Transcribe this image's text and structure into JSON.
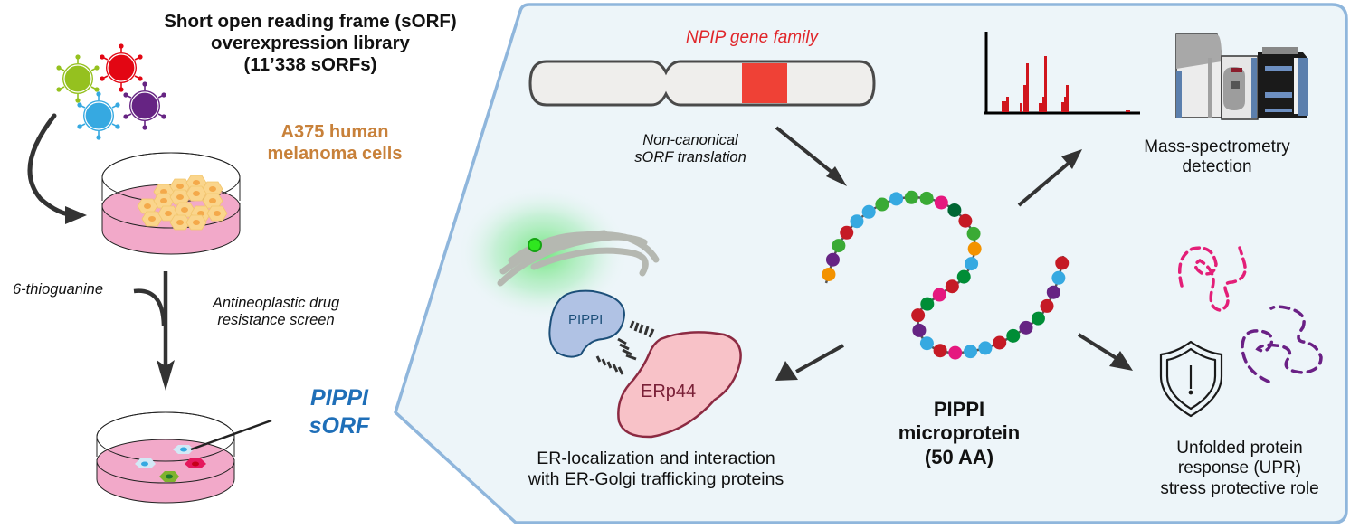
{
  "title": {
    "line1": "Short open reading frame (sORF)",
    "line2": "overexpression library",
    "line3": "(11’338 sORFs)"
  },
  "cells_label": {
    "line1": "A375 human",
    "line2": "melanoma cells",
    "color": "#c8813a"
  },
  "drug_label": "6-thioguanine",
  "screen_label": {
    "line1": "Antineoplastic drug",
    "line2": "resistance screen"
  },
  "hit_label": {
    "line1": "PIPPI",
    "line2": "sORF",
    "color": "#1f6fb8"
  },
  "gene_label": {
    "text": "NPIP gene family",
    "color": "#e0262a"
  },
  "translation_label": {
    "line1": "Non-canonical",
    "line2": "sORF translation"
  },
  "ms_label": {
    "line1": "Mass-spectrometry",
    "line2": "detection"
  },
  "er_label": {
    "line1": "ER-localization and interaction",
    "line2": "with ER-Golgi trafficking proteins"
  },
  "protein_pippi": "PIPPI",
  "protein_erp44": "ERp44",
  "microprotein_label": {
    "line1": "PIPPI",
    "line2": "microprotein",
    "line3": "(50 AA)"
  },
  "upr_label": {
    "line1": "Unfolded protein",
    "line2": "response (UPR)",
    "line3": "stress protective role"
  },
  "colors": {
    "panel_fill": "#edf5f9",
    "panel_border": "#8fb6dc",
    "arrow": "#333333",
    "dish_pink": "#f2a9c9",
    "chromosome_band": "#ef4136",
    "spectrum_peak": "#d0161e",
    "pippi_blob": "#b0c2e4",
    "erp44_blob": "#f8c2c8",
    "misfolded_pink": "#e31f78",
    "misfolded_purple": "#6a2085"
  },
  "icons": [
    "virus-particle-icon",
    "petri-dish-icon",
    "chromosome-icon",
    "mass-spectrum-icon",
    "mass-spectrometer-icon",
    "golgi-icon",
    "shield-warning-icon",
    "misfolded-protein-icon",
    "peptide-chain-icon"
  ]
}
